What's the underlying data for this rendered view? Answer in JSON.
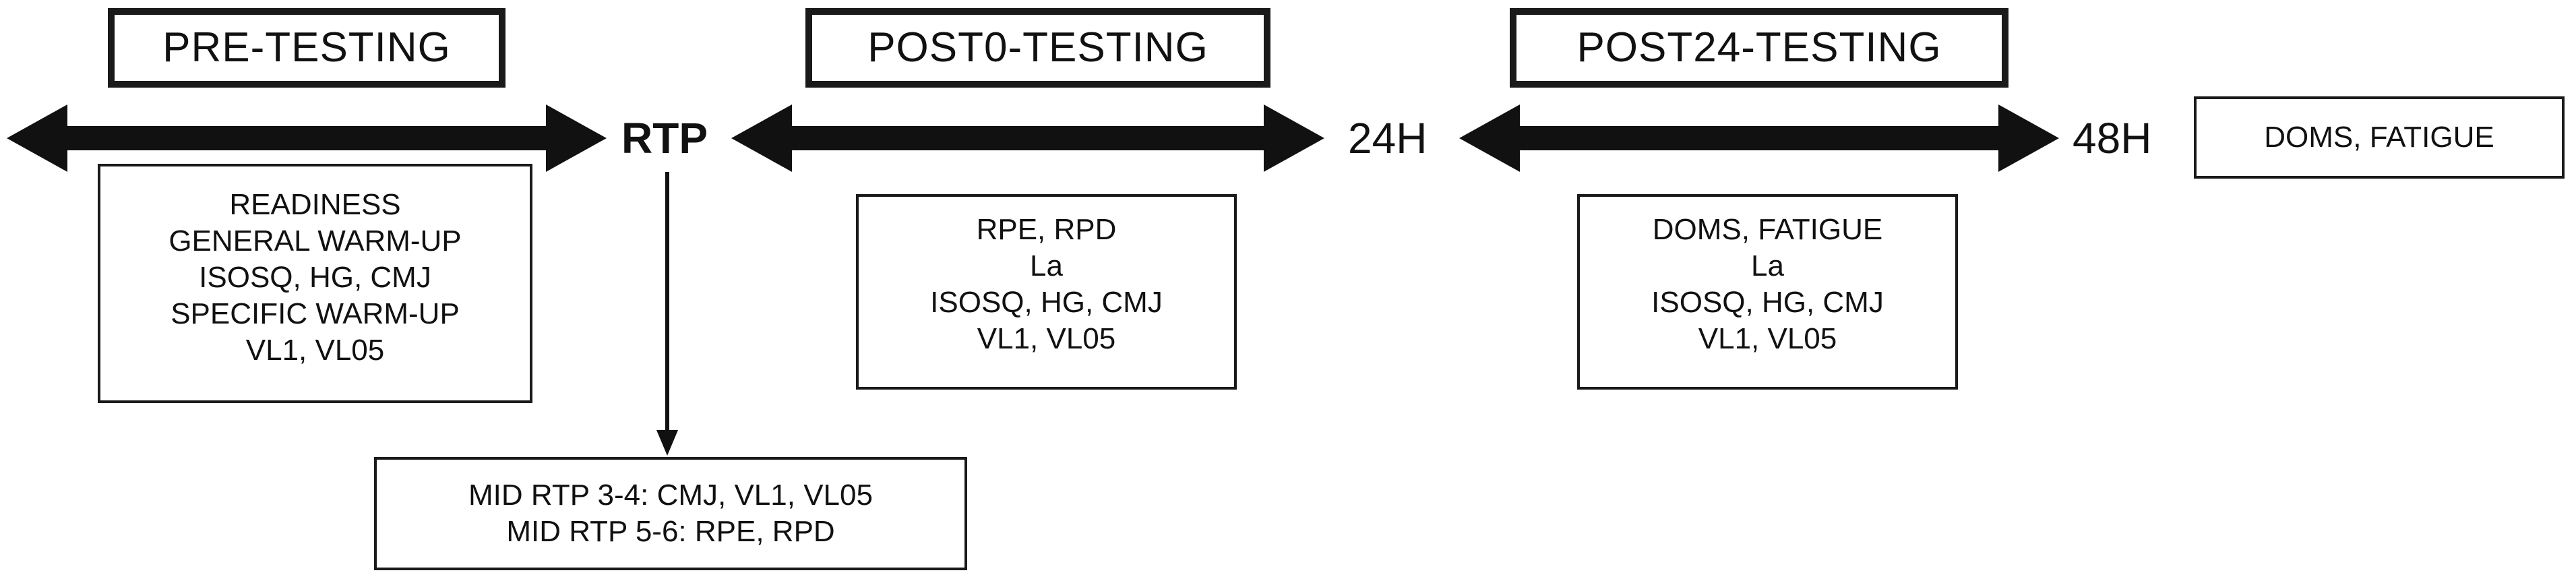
{
  "phases": {
    "pre": "PRE-TESTING",
    "post0": "POST0-TESTING",
    "post24": "POST24-TESTING"
  },
  "timepoints": {
    "rtp": "RTP",
    "h24": "24H",
    "h48": "48H"
  },
  "boxes": {
    "pre": [
      "READINESS",
      "GENERAL WARM-UP",
      "ISOSQ, HG, CMJ",
      "SPECIFIC WARM-UP",
      "VL1, VL05"
    ],
    "post0": [
      "RPE, RPD",
      "La",
      "ISOSQ, HG, CMJ",
      "VL1, VL05"
    ],
    "post24": [
      "DOMS, FATIGUE",
      "La",
      "ISOSQ, HG, CMJ",
      "VL1, VL05"
    ],
    "h48": [
      "DOMS, FATIGUE"
    ],
    "mid": [
      "MID RTP 3-4: CMJ, VL1, VL05",
      "MID RTP 5-6: RPE, RPD"
    ]
  },
  "colors": {
    "arrow": "#111111",
    "border": "#1a1a1a"
  }
}
